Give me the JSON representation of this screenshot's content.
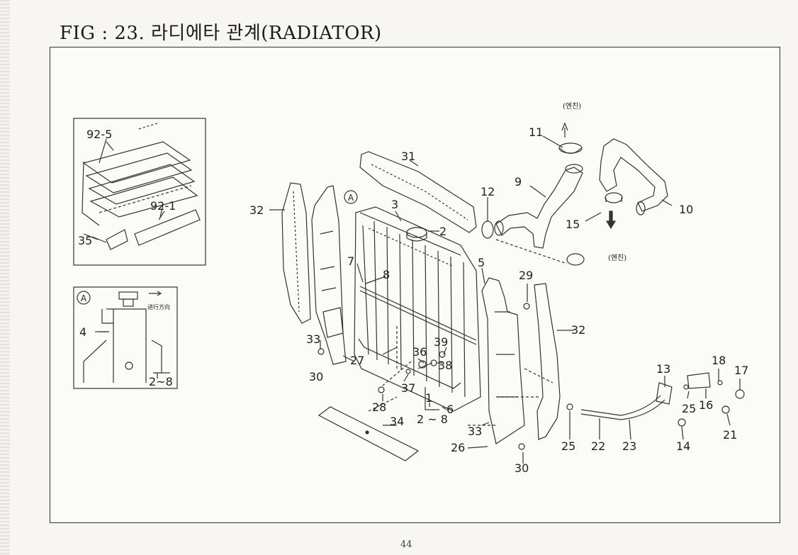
{
  "header": {
    "title": "FIG : 23. 라디에타 관계(RADIATOR)"
  },
  "page": {
    "number": "44"
  },
  "labels": {
    "engine_top": "(엔진)",
    "engine_bottom": "(엔진)",
    "detail_a_marker": "A",
    "detail_a_direction": "进行方向",
    "ref_a_marker": "A"
  },
  "callouts": [
    {
      "id": "c92-5",
      "text": "92-5"
    },
    {
      "id": "c92-1",
      "text": "92-1"
    },
    {
      "id": "c35",
      "text": "35"
    },
    {
      "id": "c4",
      "text": "4"
    },
    {
      "id": "c2-8",
      "text": "2~8"
    },
    {
      "id": "c31",
      "text": "31"
    },
    {
      "id": "c32a",
      "text": "32"
    },
    {
      "id": "c3",
      "text": "3"
    },
    {
      "id": "c2",
      "text": "2"
    },
    {
      "id": "c12",
      "text": "12"
    },
    {
      "id": "c11",
      "text": "11"
    },
    {
      "id": "c9",
      "text": "9"
    },
    {
      "id": "c10",
      "text": "10"
    },
    {
      "id": "c15",
      "text": "15"
    },
    {
      "id": "c7",
      "text": "7"
    },
    {
      "id": "c8",
      "text": "8"
    },
    {
      "id": "c5",
      "text": "5"
    },
    {
      "id": "c29",
      "text": "29"
    },
    {
      "id": "c32b",
      "text": "32"
    },
    {
      "id": "c33a",
      "text": "33"
    },
    {
      "id": "c30a",
      "text": "30"
    },
    {
      "id": "c27",
      "text": "27"
    },
    {
      "id": "c39",
      "text": "39"
    },
    {
      "id": "c36",
      "text": "36"
    },
    {
      "id": "c38",
      "text": "38"
    },
    {
      "id": "c37",
      "text": "37"
    },
    {
      "id": "c28",
      "text": "28"
    },
    {
      "id": "c1",
      "text": "1"
    },
    {
      "id": "c6",
      "text": "6"
    },
    {
      "id": "c2-8b",
      "text": "2 ~ 8"
    },
    {
      "id": "c34",
      "text": "34"
    },
    {
      "id": "c33b",
      "text": "33"
    },
    {
      "id": "c26",
      "text": "26"
    },
    {
      "id": "c30b",
      "text": "30"
    },
    {
      "id": "c13",
      "text": "13"
    },
    {
      "id": "c18",
      "text": "18"
    },
    {
      "id": "c17",
      "text": "17"
    },
    {
      "id": "c25a",
      "text": "25"
    },
    {
      "id": "c16",
      "text": "16"
    },
    {
      "id": "c21",
      "text": "21"
    },
    {
      "id": "c14",
      "text": "14"
    },
    {
      "id": "c25b",
      "text": "25"
    },
    {
      "id": "c22",
      "text": "22"
    },
    {
      "id": "c23",
      "text": "23"
    }
  ]
}
